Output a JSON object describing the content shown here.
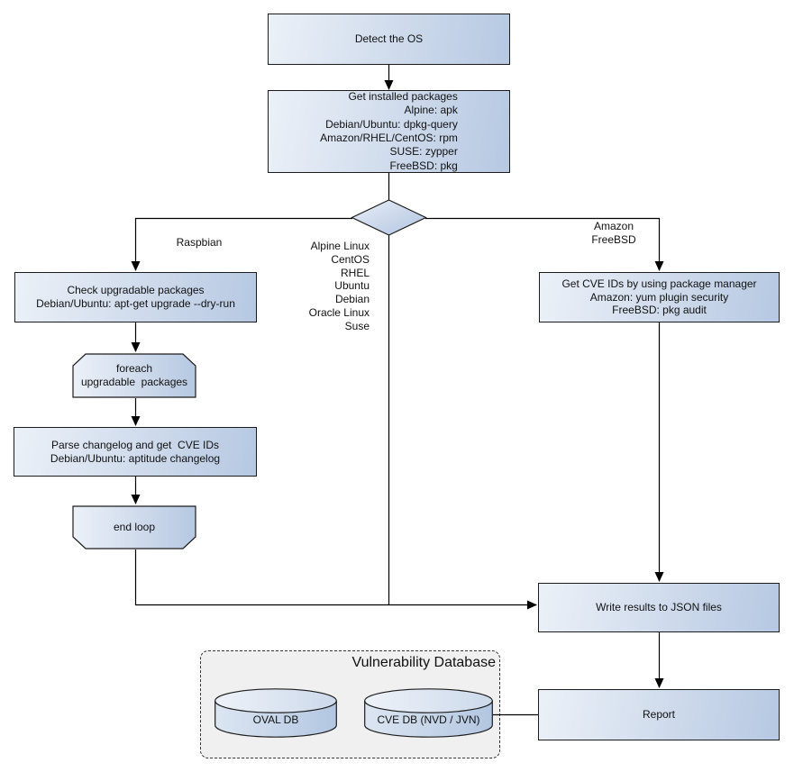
{
  "diagram": {
    "nodes": {
      "detect_os": {
        "text": "Detect the OS"
      },
      "get_installed": {
        "text": "Get installed packages\nAlpine: apk\nDebian/Ubuntu: dpkg-query\nAmazon/RHEL/CentOS: rpm\nSUSE: zypper\nFreeBSD: pkg"
      },
      "check_upgradable": {
        "text": "Check upgradable packages\nDebian/Ubuntu: apt-get upgrade --dry-run"
      },
      "foreach_loop": {
        "text": "foreach\nupgradable  packages"
      },
      "parse_changelog": {
        "text": "Parse changelog and get  CVE IDs\nDebian/Ubuntu: aptitude changelog"
      },
      "end_loop": {
        "text": "end loop"
      },
      "get_cve_ids": {
        "text": "Get CVE IDs by using package manager\nAmazon: yum plugin security\nFreeBSD: pkg audit"
      },
      "write_results": {
        "text": "Write results to JSON files"
      },
      "report": {
        "text": "Report"
      }
    },
    "edge_labels": {
      "raspbian": "Raspbian",
      "amazon_freebsd": "Amazon\nFreeBSD",
      "os_list": "Alpine Linux\nCentOS\nRHEL\nUbuntu\nDebian\nOracle Linux\nSuse"
    },
    "database": {
      "title": "Vulnerability Database",
      "oval_db": "OVAL DB",
      "cve_db": "CVE DB (NVD / JVN)"
    },
    "colors": {
      "node_fill_light": "#ecf1f8",
      "node_fill_dark": "#b6c8e2",
      "node_border": "#1c1c1c",
      "line_color": "#000000",
      "container_fill": "#f0f0f0",
      "text_color": "#111111"
    }
  }
}
